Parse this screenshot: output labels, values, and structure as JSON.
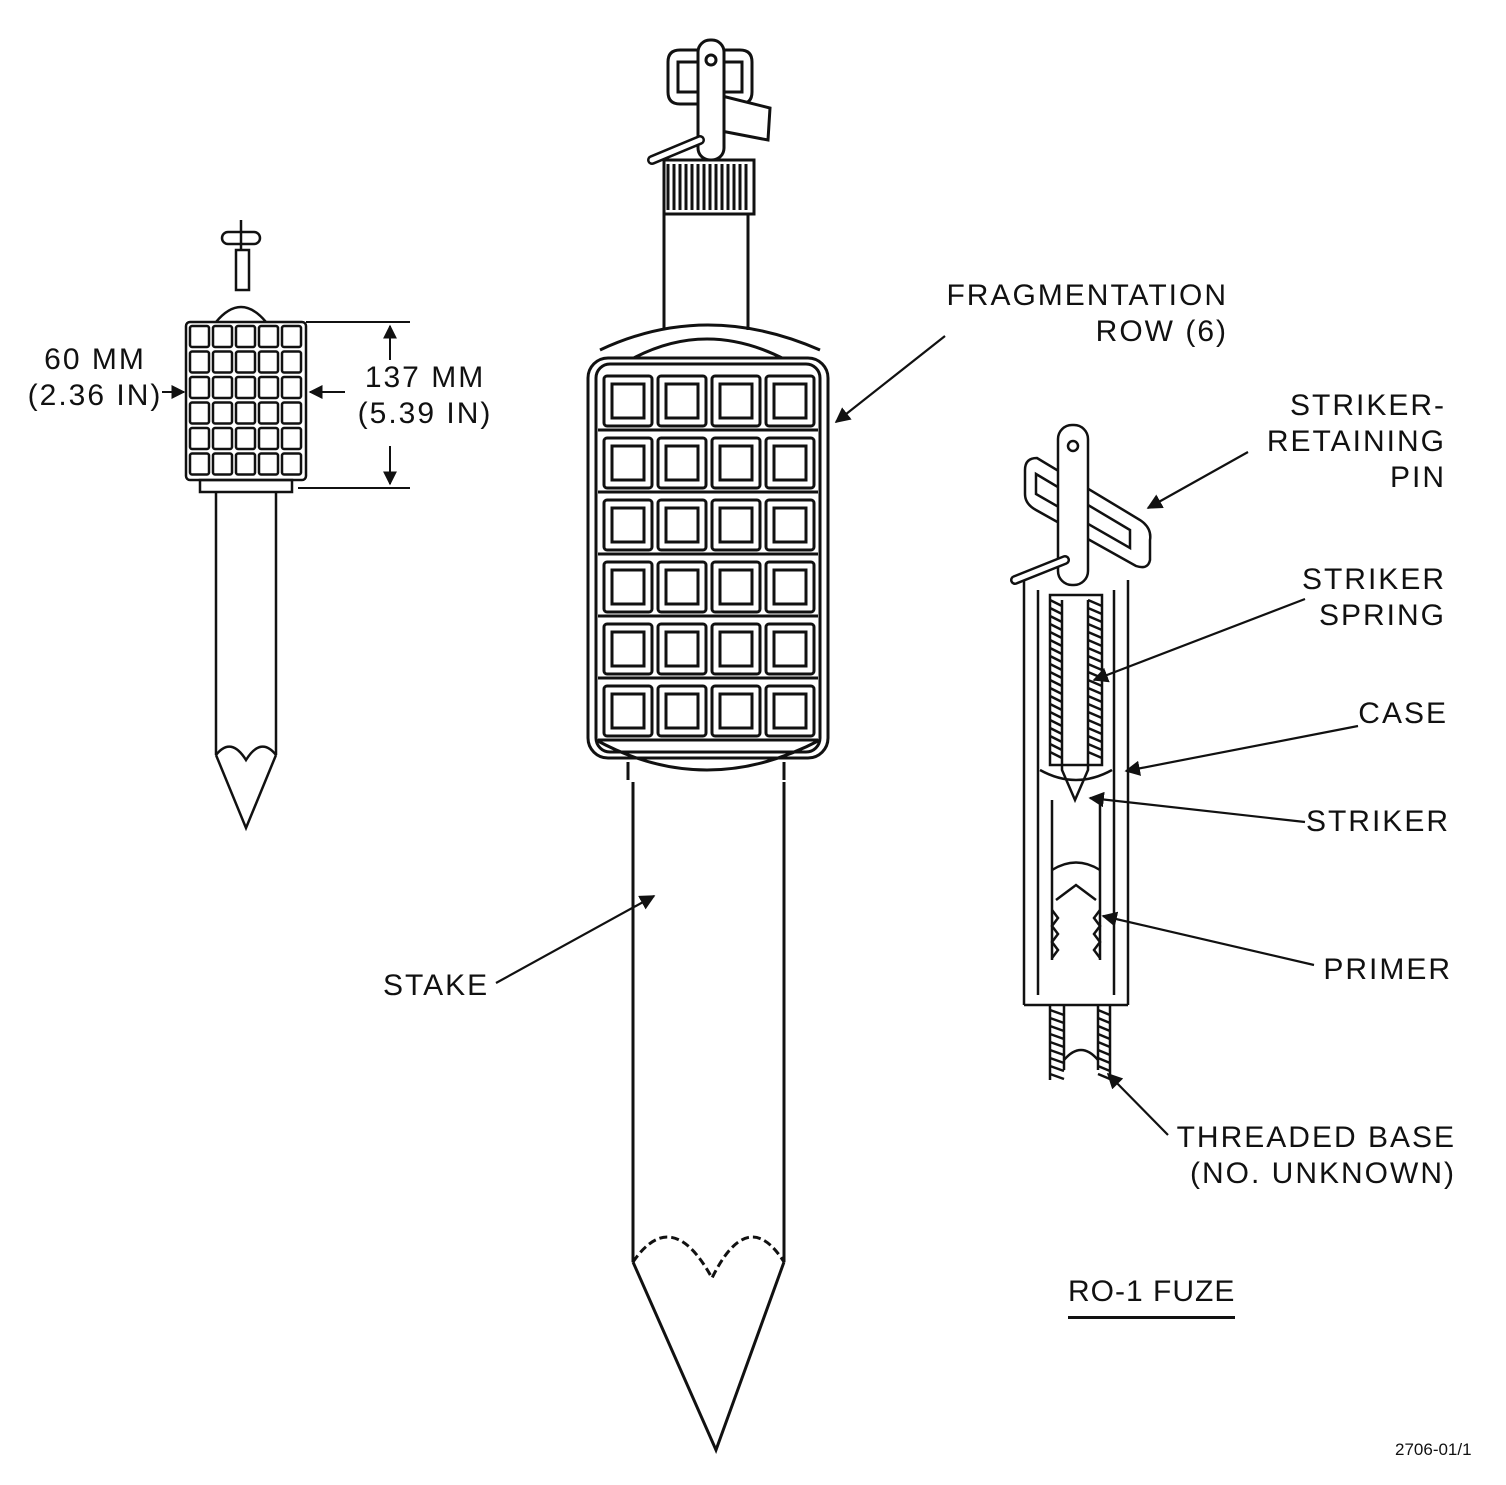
{
  "labels": {
    "dim_width_line1": "60 MM",
    "dim_width_line2": "(2.36 IN)",
    "dim_height_line1": "137 MM",
    "dim_height_line2": "(5.39 IN)",
    "fragmentation_line1": "FRAGMENTATION",
    "fragmentation_line2": "ROW (6)",
    "stake": "STAKE",
    "striker_retaining_line1": "STRIKER-",
    "striker_retaining_line2": "RETAINING",
    "striker_retaining_line3": "PIN",
    "striker_spring_line1": "STRIKER",
    "striker_spring_line2": "SPRING",
    "case": "CASE",
    "striker": "STRIKER",
    "primer": "PRIMER",
    "threaded_base_line1": "THREADED BASE",
    "threaded_base_line2": "(NO. UNKNOWN)",
    "fuze_title": "RO-1 FUZE",
    "figure_number": "2706-01/1"
  },
  "colors": {
    "ink": "#111111",
    "paper": "#ffffff"
  }
}
